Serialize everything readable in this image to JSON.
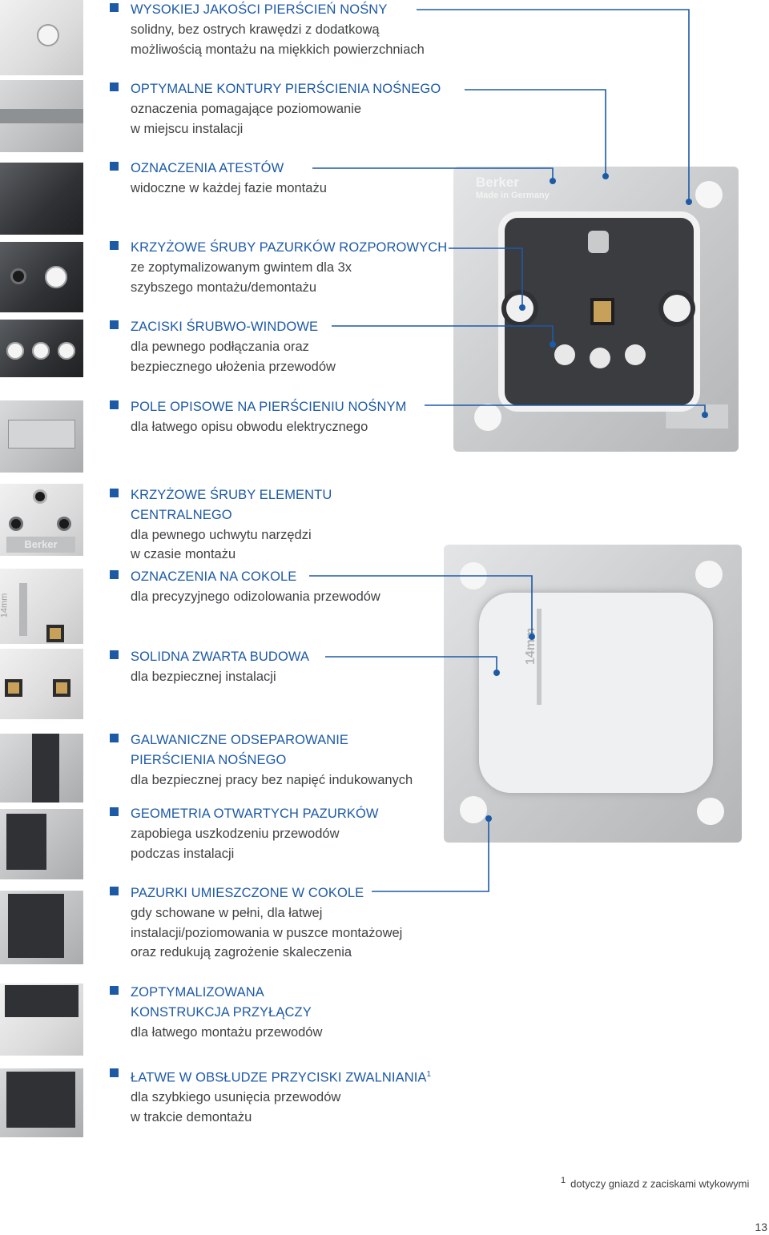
{
  "features": [
    {
      "title": "WYSOKIEJ JAKOŚCI PIERŚCIEŃ NOŚNY",
      "desc": "solidny, bez ostrych krawędzi z dodatkową\nmożliwością montażu na miękkich powierzchniach"
    },
    {
      "title": "OPTYMALNE KONTURY PIERŚCIENIA NOŚNEGO",
      "desc": "oznaczenia pomagające poziomowanie\nw miejscu instalacji"
    },
    {
      "title": "OZNACZENIA ATESTÓW",
      "desc": "widoczne w każdej fazie montażu"
    },
    {
      "title": "KRZYŻOWE ŚRUBY PAZURKÓW ROZPOROWYCH",
      "desc": "ze zoptymalizowanym gwintem dla 3x\nszybszego montażu/demontażu"
    },
    {
      "title": "ZACISKI ŚRUBWO-WINDOWE",
      "desc": "dla pewnego podłączania oraz\nbezpiecznego ułożenia przewodów"
    },
    {
      "title": "POLE OPISOWE NA PIERŚCIENIU NOŚNYM",
      "desc": "dla łatwego opisu obwodu elektrycznego"
    },
    {
      "title": "KRZYŻOWE ŚRUBY ELEMENTU\nCENTRALNEGO",
      "desc": "dla pewnego uchwytu narzędzi\nw czasie montażu"
    },
    {
      "title": "OZNACZENIA NA COKOLE",
      "desc": "dla precyzyjnego odizolowania przewodów"
    },
    {
      "title": "SOLIDNA ZWARTA BUDOWA",
      "desc": "dla bezpiecznej instalacji"
    },
    {
      "title": "GALWANICZNE ODSEPAROWANIE\nPIERŚCIENIA NOŚNEGO",
      "desc": "dla bezpiecznej pracy bez napięć indukowanych"
    },
    {
      "title": "GEOMETRIA OTWARTYCH PAZURKÓW",
      "desc": "zapobiega uszkodzeniu przewodów\npodczas instalacji"
    },
    {
      "title": "PAZURKI UMIESZCZONE W COKOLE",
      "desc": "gdy schowane w pełni, dla łatwej\ninstalacji/poziomowania w puszce montażowej\noraz redukują zagrożenie skaleczenia"
    },
    {
      "title": "ZOPTYMALIZOWANA\nKONSTRUKCJA PRZYŁĄCZY",
      "desc": "dla łatwego montażu przewodów"
    },
    {
      "title": "ŁATWE W OBSŁUDZE PRZYCISKI ZWALNIANIA",
      "title_sup": "1",
      "desc": "dla szybkiego usunięcia przewodów\nw trakcie demontażu"
    }
  ],
  "socket_top": {
    "brand": "Berker",
    "made_in": "Made in Germany"
  },
  "thumb_brand": "Berker",
  "insert_marking": "14mm",
  "footnote": {
    "mark": "1",
    "text": "dotyczy gniazd z zaciskami wtykowymi"
  },
  "page_number": "13",
  "colors": {
    "accent": "#1d5aa6",
    "text": "#404244",
    "leader": "#1d5aa6"
  }
}
